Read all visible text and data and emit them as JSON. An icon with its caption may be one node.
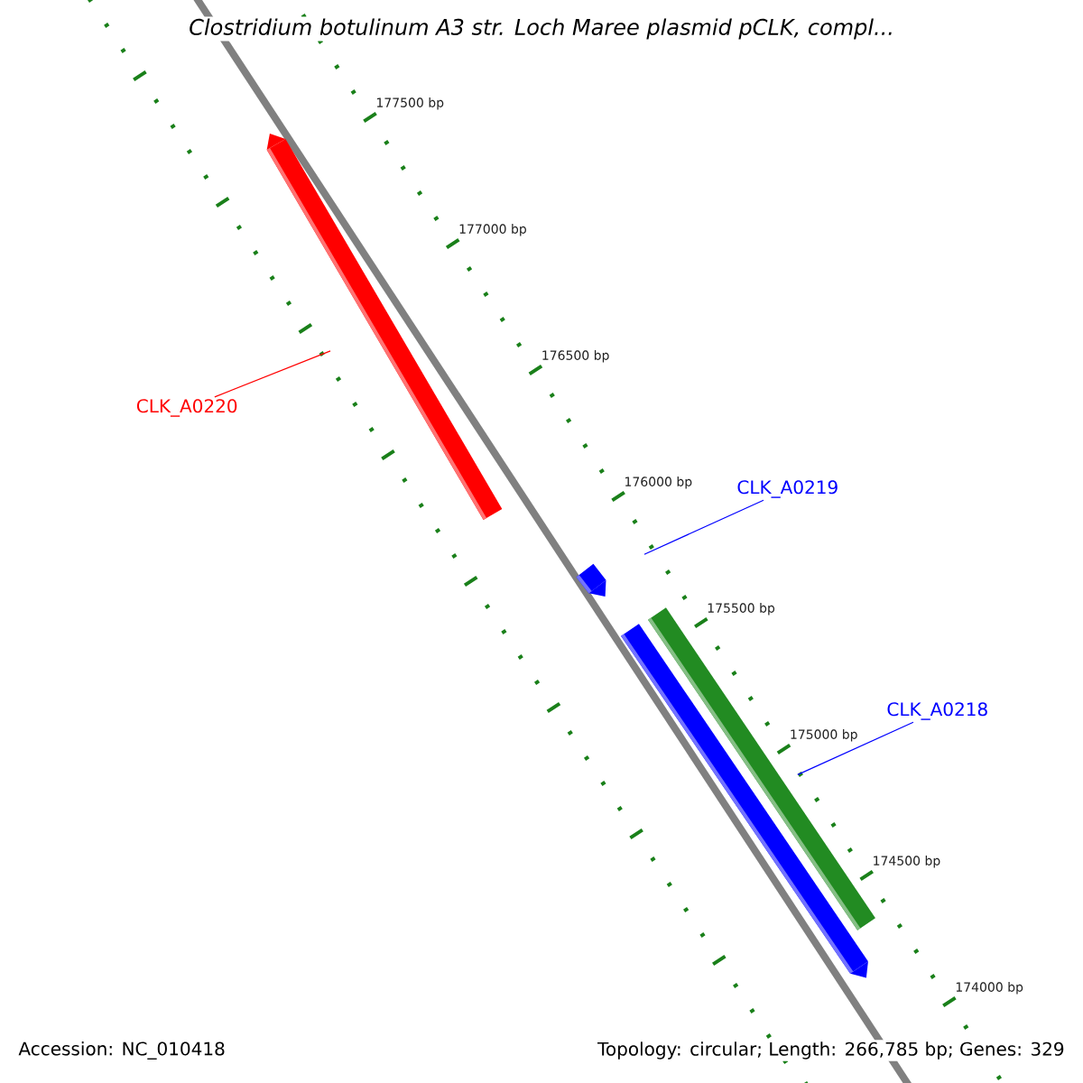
{
  "diagram": {
    "title": "Clostridium botulinum A3 str. Loch Maree plasmid pCLK, compl...",
    "nodes": [
      {
        "text": [],
        "shape": "bar"
      },
      {
        "text": [],
        "shape": "bar"
      },
      {
        "text": [],
        "shape": "bar"
      },
      {
        "text": [],
        "shape": "bar"
      },
      {
        "text": [
          "CLK_A0220"
        ]
      },
      {
        "text": [
          "CLK_A0219"
        ]
      },
      {
        "text": [
          "CLK_A0218"
        ]
      }
    ],
    "edges": [
      {
        "from": 4,
        "to": 0,
        "arrow": "none",
        "color": "#ff0000"
      },
      {
        "from": 5,
        "to": 1,
        "arrow": "none"
      },
      {
        "from": 6,
        "to": 2,
        "arrow": "none"
      }
    ],
    "labels": [
      "177500 bp",
      "177000 bp",
      "176500 bp",
      "176000 bp",
      "175500 bp",
      "175000 bp",
      "174500 bp",
      "174000 bp",
      "Accession: NC_010418",
      "Topology: circular; Length: 266,785 bp; Genes: 329"
    ]
  }
}
